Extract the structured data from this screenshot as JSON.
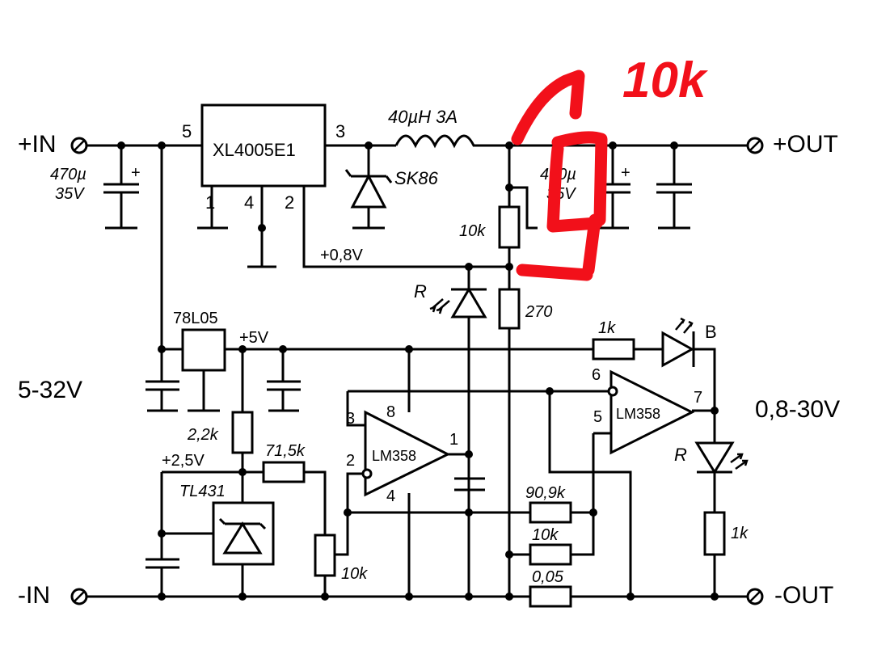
{
  "terminals": {
    "in_pos": "+IN",
    "in_neg": "-IN",
    "out_pos": "+OUT",
    "out_neg": "-OUT"
  },
  "ranges": {
    "input": "5-32V",
    "output": "0,8-30V"
  },
  "chips": {
    "regulator": "XL4005E1",
    "reg_pin5": "5",
    "reg_pin3": "3",
    "reg_pin1": "1",
    "reg_pin4": "4",
    "reg_pin2": "2",
    "ldo": "78L05",
    "ref": "TL431",
    "opamp1": "LM358",
    "opamp2": "LM358"
  },
  "opamp1_pins": {
    "p8": "8",
    "p3": "3",
    "p2": "2",
    "p4": "4",
    "p1": "1"
  },
  "opamp2_pins": {
    "p6": "6",
    "p5": "5",
    "p7": "7"
  },
  "components": {
    "inductor": "40µH 3A",
    "diode": "SK86",
    "cap_in_value": "470µ",
    "cap_in_voltage": "35V",
    "cap_out_value": "470µ",
    "cap_out_voltage": "35V",
    "r_fb_top": "10k",
    "r_fb_bottom": "270",
    "r_led_b": "1k",
    "r_led_r_out": "1k",
    "r_22k": "2,2k",
    "r_715k": "71,5k",
    "pot_10k": "10k",
    "r_909k": "90,9k",
    "r_10k_lower": "10k",
    "r_shunt": "0,05"
  },
  "nets": {
    "fb": "+0,8V",
    "v5": "+5V",
    "v25": "+2,5V"
  },
  "leds": {
    "r1": "R",
    "b": "B",
    "r2": "R"
  },
  "annotation": {
    "text": "10k",
    "color": "#f2101a"
  }
}
